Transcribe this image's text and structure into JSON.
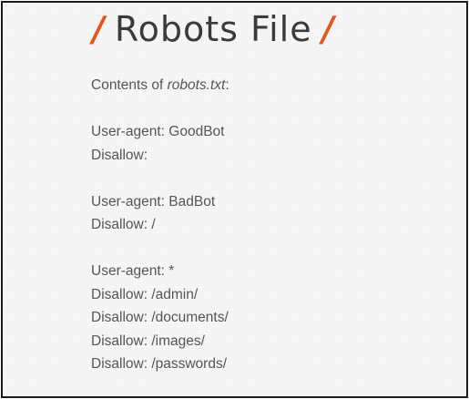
{
  "header": {
    "slash_left": "/",
    "title": "Robots File",
    "slash_right": "/"
  },
  "intro": {
    "prefix": "Contents of ",
    "filename": "robots.txt",
    "suffix": ":"
  },
  "robots": {
    "lines": [
      "User-agent: GoodBot",
      "Disallow:",
      "",
      "User-agent: BadBot",
      "Disallow: /",
      "",
      "User-agent: *",
      "Disallow: /admin/",
      "Disallow: /documents/",
      "Disallow: /images/",
      "Disallow: /passwords/"
    ]
  },
  "colors": {
    "accent": "#e8531d",
    "title_text": "#3a3a3a",
    "body_text": "#555555"
  }
}
